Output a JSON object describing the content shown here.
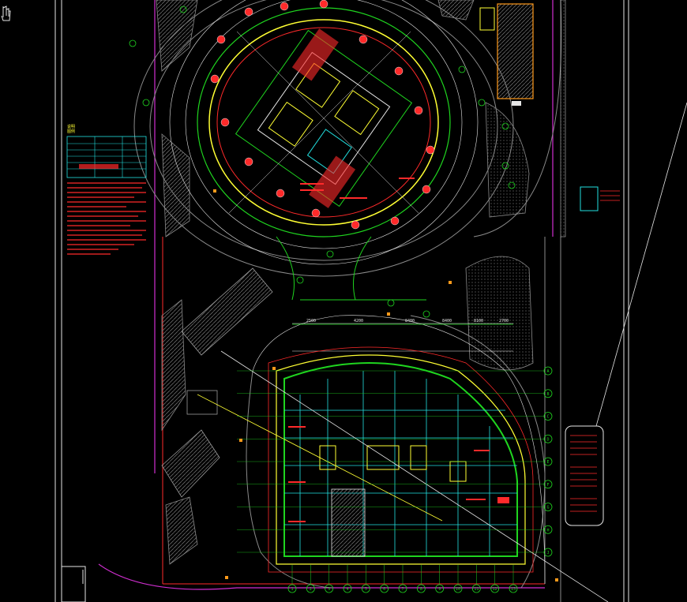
{
  "colors": {
    "background": "#000000",
    "green": "#1fd51f",
    "yellow": "#ffff33",
    "red": "#ff2a2a",
    "cyan": "#22e0e0",
    "magenta": "#d12fd1",
    "white": "#e6e6e6",
    "grey": "#8a8a8a",
    "orange": "#ff9a1a"
  },
  "icons": {
    "cursor": "hand-cursor-icon"
  },
  "labels": {
    "notes_title": "说明",
    "legend_title": "图例"
  },
  "dimension_labels": [
    "2500",
    "4200",
    "8400",
    "8400",
    "8100",
    "2700"
  ],
  "grid_top": [
    "1",
    "2",
    "3",
    "4",
    "5",
    "6",
    "7",
    "8",
    "9",
    "10",
    "11",
    "12",
    "13"
  ],
  "grid_right": [
    "A",
    "B",
    "C",
    "D",
    "E",
    "F",
    "G",
    "H",
    "J"
  ]
}
